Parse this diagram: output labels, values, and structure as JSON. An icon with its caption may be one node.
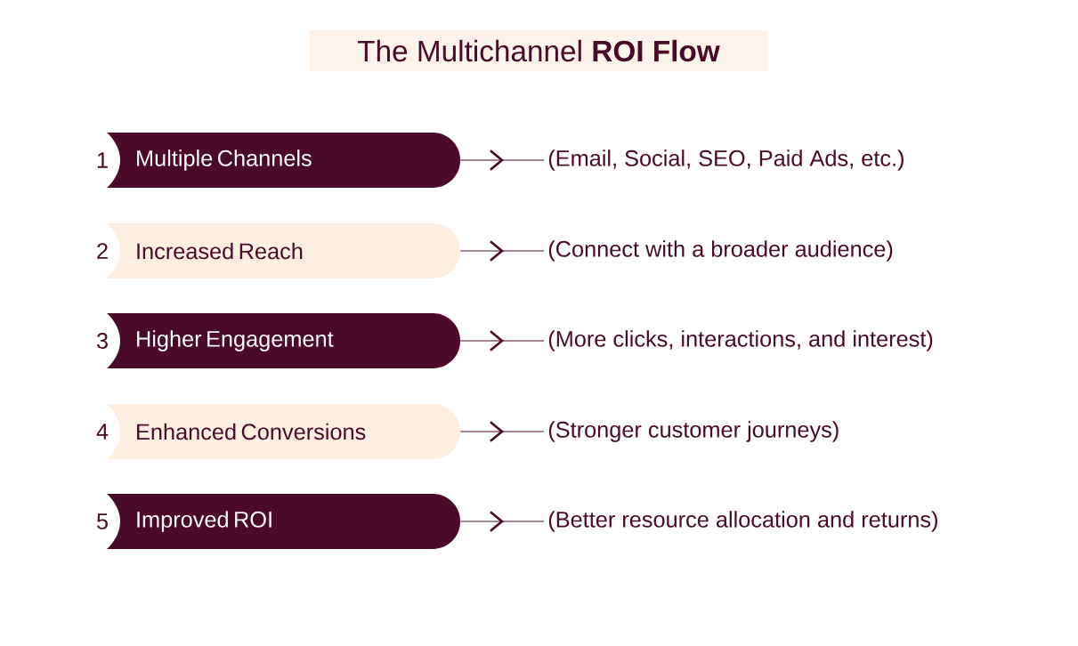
{
  "diagram": {
    "title": "The Multichannel **ROI Flow**",
    "nodes": [
      {
        "text": [
          "Multiple Channels"
        ],
        "beside": [
          "1"
        ]
      },
      {
        "text": [
          "(Email, Social, SEO, Paid Ads, etc.)"
        ]
      },
      {
        "text": [
          "Increased Reach"
        ],
        "beside": [
          "2"
        ]
      },
      {
        "text": [
          "(Connect with a broader audience)"
        ]
      },
      {
        "text": [
          "Higher Engagement"
        ],
        "beside": [
          "3"
        ]
      },
      {
        "text": [
          "(More clicks, interactions, and interest)"
        ]
      },
      {
        "text": [
          "Enhanced Conversions"
        ],
        "beside": [
          "4"
        ]
      },
      {
        "text": [
          "(Stronger customer journeys)"
        ]
      },
      {
        "text": [
          "Improved ROI"
        ],
        "beside": [
          "5"
        ]
      },
      {
        "text": [
          "(Better resource allocation and returns)"
        ]
      }
    ],
    "edges": [
      {
        "from": 0,
        "to": 1,
        "arrow": "to"
      },
      {
        "from": 2,
        "to": 3,
        "arrow": "to"
      },
      {
        "from": 4,
        "to": 5,
        "arrow": "to"
      },
      {
        "from": 6,
        "to": 7,
        "arrow": "to"
      },
      {
        "from": 8,
        "to": 9,
        "arrow": "to"
      }
    ]
  }
}
